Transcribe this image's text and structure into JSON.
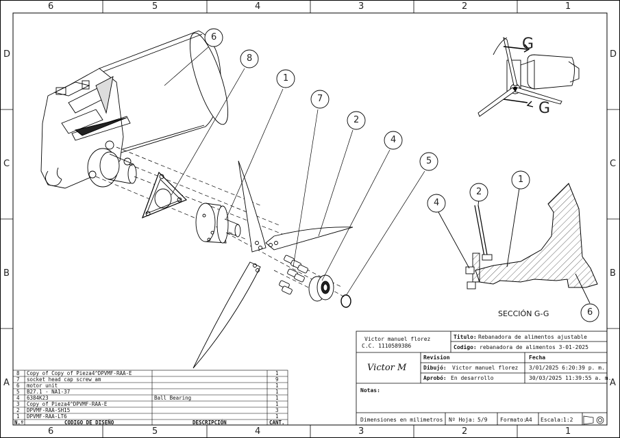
{
  "zones": {
    "columns": [
      "6",
      "5",
      "4",
      "3",
      "2",
      "1"
    ],
    "rows": [
      "D",
      "C",
      "B",
      "A"
    ]
  },
  "balloons": {
    "assembly": [
      "6",
      "8",
      "1",
      "7",
      "2",
      "4",
      "5"
    ],
    "section": [
      "2",
      "1",
      "4",
      "6"
    ],
    "view_marker": "G"
  },
  "section_label": "SECCIÓN G-G",
  "title_block": {
    "author_name": "Victor manuel florez",
    "author_id": "C.C. 1110589386",
    "title_label": "Titulo:",
    "title_value": "Rebanadora de alimentos ajustable",
    "code_label": "Codigo:",
    "code_value": "rebanadora de alimentos 3-01-2025",
    "revision_label": "Revision",
    "fecha_label": "Fecha",
    "drew_label": "Dibujó:",
    "drew_value": "Victor manuel florez",
    "drew_date": "3/01/2025 6:20:39 p. m.",
    "approved_label": "Aprobó:",
    "approved_value": "En desarrollo",
    "approved_date": "30/03/2025 11:39:55 a. m.",
    "signature": "Victor M",
    "notes_label": "Notas:",
    "units": "Dimensiones en milimetros",
    "sheet_label": "Nº Hoja:",
    "sheet_value": "5/9",
    "format_label": "Formato:",
    "format_value": "A4",
    "scale_label": "Escala:",
    "scale_value": "1:2"
  },
  "bom": {
    "headers": {
      "num": "N.º",
      "code": "CODIGO DE DISEÑO",
      "desc": "DESCRIPCIÓN",
      "qty": "CANT."
    },
    "rows": [
      {
        "num": "8",
        "code": "Copy of Copy of Pieza4^DPVMF-RAA-E",
        "desc": "",
        "qty": "1"
      },
      {
        "num": "7",
        "code": "socket head cap screw_am",
        "desc": "",
        "qty": "9"
      },
      {
        "num": "6",
        "code": "motor unit",
        "desc": "",
        "qty": "1"
      },
      {
        "num": "5",
        "code": "B27.1 - NA1-37",
        "desc": "",
        "qty": "1"
      },
      {
        "num": "4",
        "code": "6384K23",
        "desc": "Ball Bearing",
        "qty": "1"
      },
      {
        "num": "3",
        "code": "Copy of Pieza4^DPVMF-RAA-E",
        "desc": "",
        "qty": "1"
      },
      {
        "num": "2",
        "code": "DPVMF-RAA-SH15",
        "desc": "",
        "qty": "3"
      },
      {
        "num": "1",
        "code": "DPVMF-RAA-LT6",
        "desc": "",
        "qty": "1"
      }
    ]
  }
}
